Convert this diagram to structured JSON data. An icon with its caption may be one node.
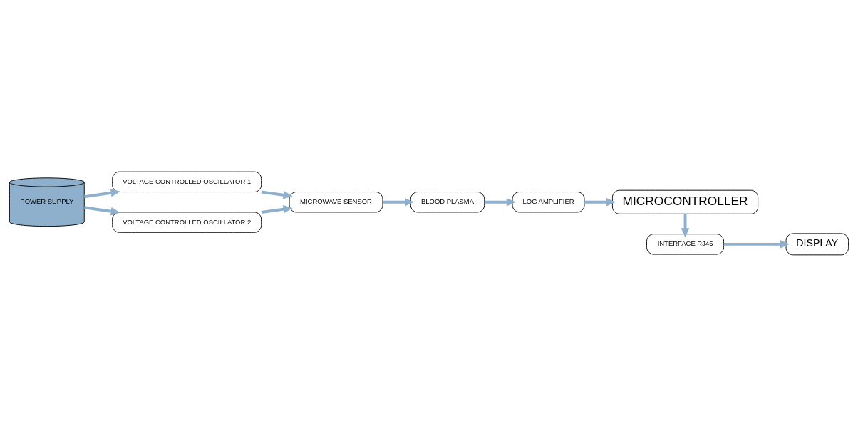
{
  "diagram": {
    "nodes": [
      {
        "text": [
          "VOLTAGE CONTROLLED OSCILLATOR 1"
        ]
      },
      {
        "text": [
          "VOLTAGE CONTROLLED OSCILLATOR 2"
        ]
      },
      {
        "text": [
          "MICROWAVE SENSOR"
        ]
      },
      {
        "text": [
          "BLOOD PLASMA"
        ]
      },
      {
        "text": [
          "LOG AMPLIFIER"
        ]
      },
      {
        "text": [
          "POWER SUPPLY"
        ]
      },
      {
        "text": [
          "MICROCONTROLLER"
        ]
      },
      {
        "text": [
          "INTERFACE RJ45"
        ]
      },
      {
        "text": [
          "DISPLAY"
        ]
      }
    ],
    "edges": [
      {
        "from": 5,
        "to": 0,
        "arrow": "to"
      },
      {
        "from": 5,
        "to": 1,
        "arrow": "to"
      },
      {
        "from": 0,
        "to": 2,
        "arrow": "to"
      },
      {
        "from": 1,
        "to": 2,
        "arrow": "to"
      },
      {
        "from": 2,
        "to": 3,
        "arrow": "to"
      },
      {
        "from": 3,
        "to": 4,
        "arrow": "to"
      },
      {
        "from": 4,
        "to": 6,
        "arrow": "to"
      },
      {
        "from": 6,
        "to": 7,
        "arrow": "to"
      },
      {
        "from": 7,
        "to": 8,
        "arrow": "to"
      }
    ]
  }
}
